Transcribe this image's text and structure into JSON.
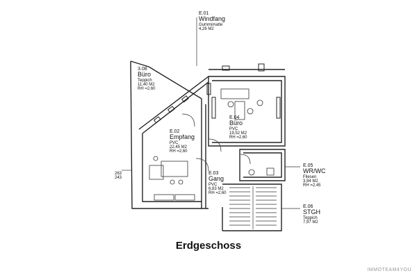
{
  "title": "Erdgeschoss",
  "watermark": "IMMOTEAM4YOU",
  "rooms": [
    {
      "code": "E.01",
      "name": "Windfang",
      "floor": "Gummimatte",
      "area": "4,26 M2",
      "height": ""
    },
    {
      "code": "3.08",
      "name": "Büro",
      "floor": "Teppich",
      "area": "11,40 M2",
      "height": "RH =2,60"
    },
    {
      "code": "E.02",
      "name": "Empfang",
      "floor": "PVC",
      "area": "22,45 M2",
      "height": "RH =2,60"
    },
    {
      "code": "E.04",
      "name": "Büro",
      "floor": "PVC",
      "area": "19,52 M2",
      "height": "RH =2,60"
    },
    {
      "code": "E.03",
      "name": "Gang",
      "floor": "PVC",
      "area": "6,83 M2",
      "height": "RH =2,60"
    },
    {
      "code": "E.05",
      "name": "WR/WC",
      "floor": "Fliesen",
      "area": "3,94 M2",
      "height": "RH =2,45"
    },
    {
      "code": "E.06",
      "name": "STGH",
      "floor": "Teppich",
      "area": "7,97 M2",
      "height": ""
    }
  ],
  "dimensions": {
    "left_wall": "263\n243"
  }
}
